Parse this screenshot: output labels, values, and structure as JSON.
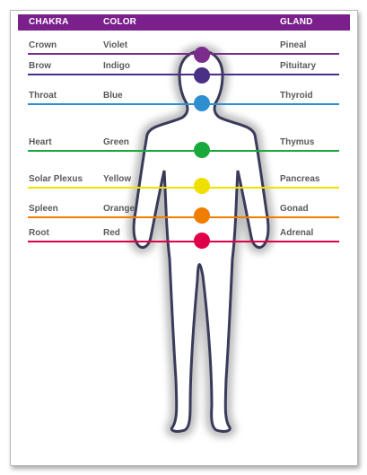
{
  "header": {
    "chakra_label": "CHAKRA",
    "color_label": "COLOR",
    "gland_label": "GLAND",
    "bg_color": "#7a1f8c"
  },
  "rows": [
    {
      "chakra": "Crown",
      "color": "Violet",
      "gland": "Pineal",
      "hex": "#7b2d8e"
    },
    {
      "chakra": "Brow",
      "color": "Indigo",
      "gland": "Pituitary",
      "hex": "#4a2f86"
    },
    {
      "chakra": "Throat",
      "color": "Blue",
      "gland": "Thyroid",
      "hex": "#2d8fd0"
    },
    {
      "chakra": "Heart",
      "color": "Green",
      "gland": "Thymus",
      "hex": "#19a83a"
    },
    {
      "chakra": "Solar Plexus",
      "color": "Yellow",
      "gland": "Pancreas",
      "hex": "#f0e000"
    },
    {
      "chakra": "Spleen",
      "color": "Orange",
      "gland": "Gonad",
      "hex": "#f07c00"
    },
    {
      "chakra": "Root",
      "color": "Red",
      "gland": "Adrenal",
      "hex": "#e0004a"
    }
  ]
}
